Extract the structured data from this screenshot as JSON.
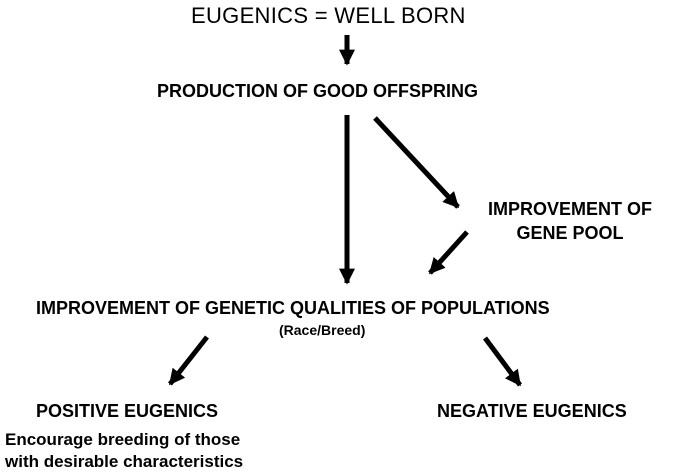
{
  "title": "EUGENICS = WELL BORN",
  "production": "PRODUCTION OF GOOD OFFSPRING",
  "gene_pool": {
    "line1": "IMPROVEMENT OF",
    "line2": "GENE POOL"
  },
  "populations": {
    "label": "IMPROVEMENT OF GENETIC QUALITIES OF POPULATIONS",
    "note": "(Race/Breed)"
  },
  "positive": {
    "title": "POSITIVE EUGENICS",
    "desc_line1": "Encourage breeding of those",
    "desc_line2": "with desirable characteristics"
  },
  "negative": {
    "title": "NEGATIVE EUGENICS"
  },
  "colors": {
    "text": "#000000",
    "arrow": "#000000",
    "background": "#ffffff"
  }
}
